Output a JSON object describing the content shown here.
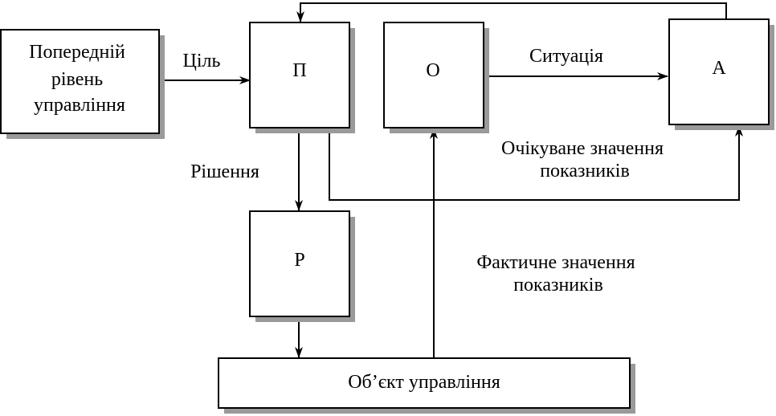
{
  "diagram": {
    "boxes": {
      "prev_level": {
        "lines": [
          "Попередній",
          "рівень",
          "управління"
        ]
      },
      "p": {
        "label": "П"
      },
      "o": {
        "label": "О"
      },
      "a": {
        "label": "А"
      },
      "r": {
        "label": "Р"
      },
      "object": {
        "label": "Об’єкт управління"
      }
    },
    "labels": {
      "goal": "Ціль",
      "situation": "Ситуація",
      "decision": "Рішення",
      "expected": [
        "Очікуване значення",
        "показників"
      ],
      "actual": [
        "Фактичне значення",
        "показників"
      ]
    }
  }
}
